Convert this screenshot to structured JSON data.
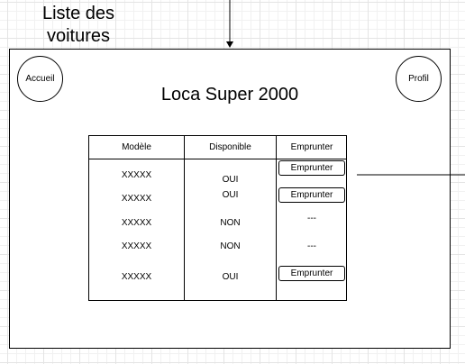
{
  "caption": "Liste des\nvoitures",
  "page": {
    "home_button": "Accueil",
    "profile_button": "Profil",
    "title": "Loca Super 2000"
  },
  "table": {
    "headers": [
      "Modèle",
      "Disponible",
      "Emprunter"
    ],
    "rows": [
      {
        "model": "XXXXX",
        "available": "OUI",
        "action": "Emprunter",
        "has_button": true
      },
      {
        "model": "XXXXX",
        "available": "OUI",
        "action": "Emprunter",
        "has_button": true
      },
      {
        "model": "XXXXX",
        "available": "NON",
        "action": "---",
        "has_button": false
      },
      {
        "model": "XXXXX",
        "available": "NON",
        "action": "---",
        "has_button": false
      },
      {
        "model": "XXXXX",
        "available": "OUI",
        "action": "Emprunter",
        "has_button": true
      }
    ]
  }
}
